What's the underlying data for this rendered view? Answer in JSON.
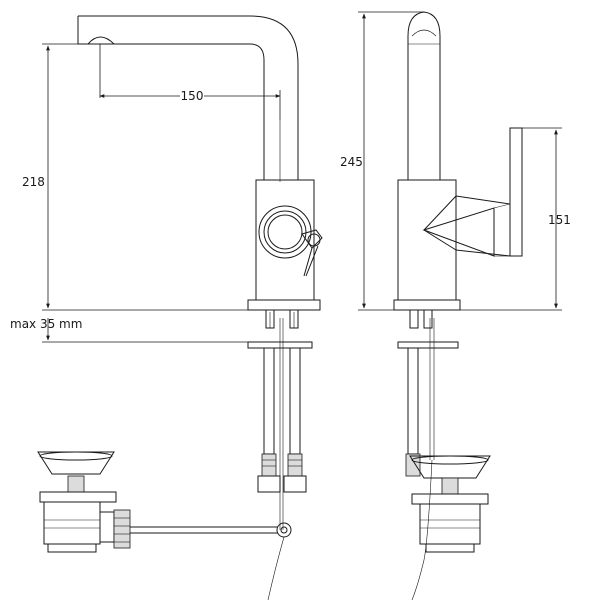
{
  "dimensions": {
    "spout_reach": "150",
    "spout_height": "218",
    "max_deck": "max 35 mm",
    "total_height": "245",
    "handle_height": "151"
  }
}
